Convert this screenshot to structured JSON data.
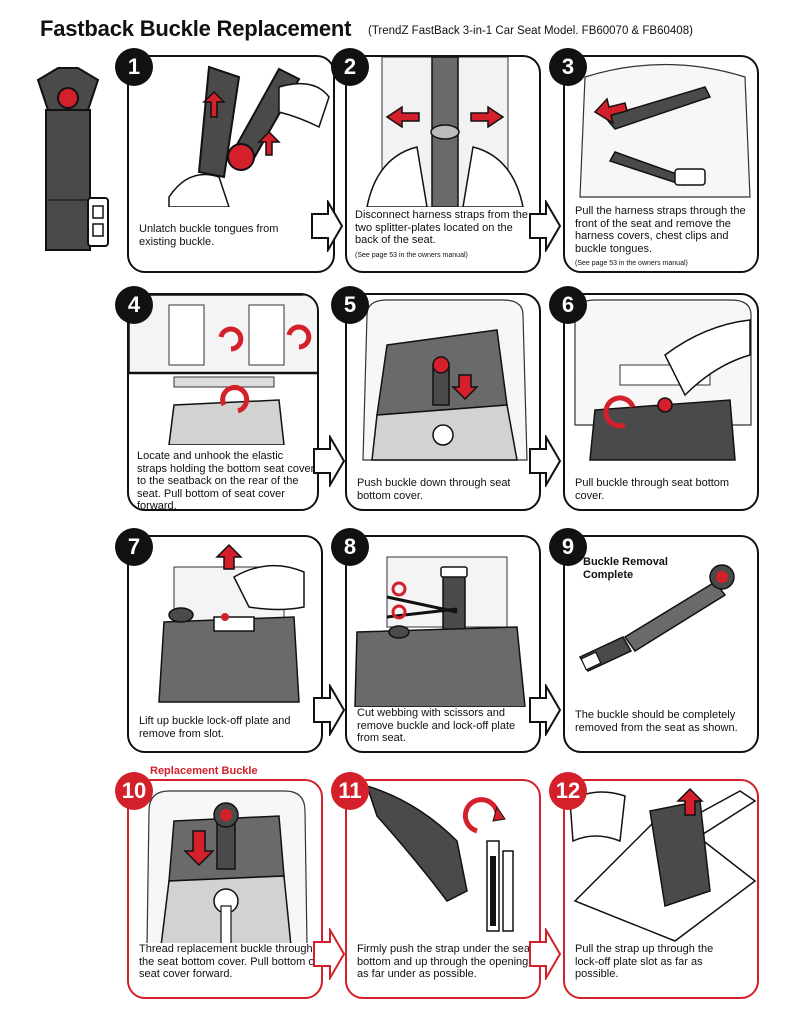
{
  "header": {
    "title": "Fastback Buckle Replacement",
    "subtitle": "(TrendZ FastBack 3-in-1 Car Seat Model. FB60070 & FB60408)"
  },
  "section_label": "Replacement Buckle",
  "colors": {
    "accent_red": "#d4202a",
    "strap_gray": "#4a4a4a",
    "cover_gray": "#d2d2d2",
    "outline": "#111111"
  },
  "steps": [
    {
      "number": "1",
      "caption": "Unlatch buckle tongues from existing buckle."
    },
    {
      "number": "2",
      "caption": "Disconnect harness straps from the two splitter-plates located on the back of the seat.",
      "note": "(See page 53 in the owners manual)"
    },
    {
      "number": "3",
      "caption": "Pull the harness straps through the front of the seat and remove the harness covers, chest clips and buckle tongues.",
      "note": "(See page 53 in the owners manual)"
    },
    {
      "number": "4",
      "caption": "Locate and unhook the elastic straps holding the bottom seat cover to the seatback on the rear of the seat. Pull bottom of seat cover forward."
    },
    {
      "number": "5",
      "caption": "Push buckle down through seat bottom cover."
    },
    {
      "number": "6",
      "caption": "Pull buckle through seat bottom cover."
    },
    {
      "number": "7",
      "caption": "Lift up buckle lock-off plate and remove from slot."
    },
    {
      "number": "8",
      "caption": "Cut webbing with scissors and remove buckle and lock-off plate from seat."
    },
    {
      "number": "9",
      "title": "Buckle Removal Complete",
      "caption": "The buckle should be completely removed from the seat as shown."
    },
    {
      "number": "10",
      "caption": "Thread replacement buckle through the seat bottom cover. Pull bottom of seat cover forward."
    },
    {
      "number": "11",
      "caption": "Firmly push the strap under the seat bottom and up through the opening as far under as possible."
    },
    {
      "number": "12",
      "caption": "Pull the strap up through the lock-off plate slot as far as possible."
    }
  ]
}
